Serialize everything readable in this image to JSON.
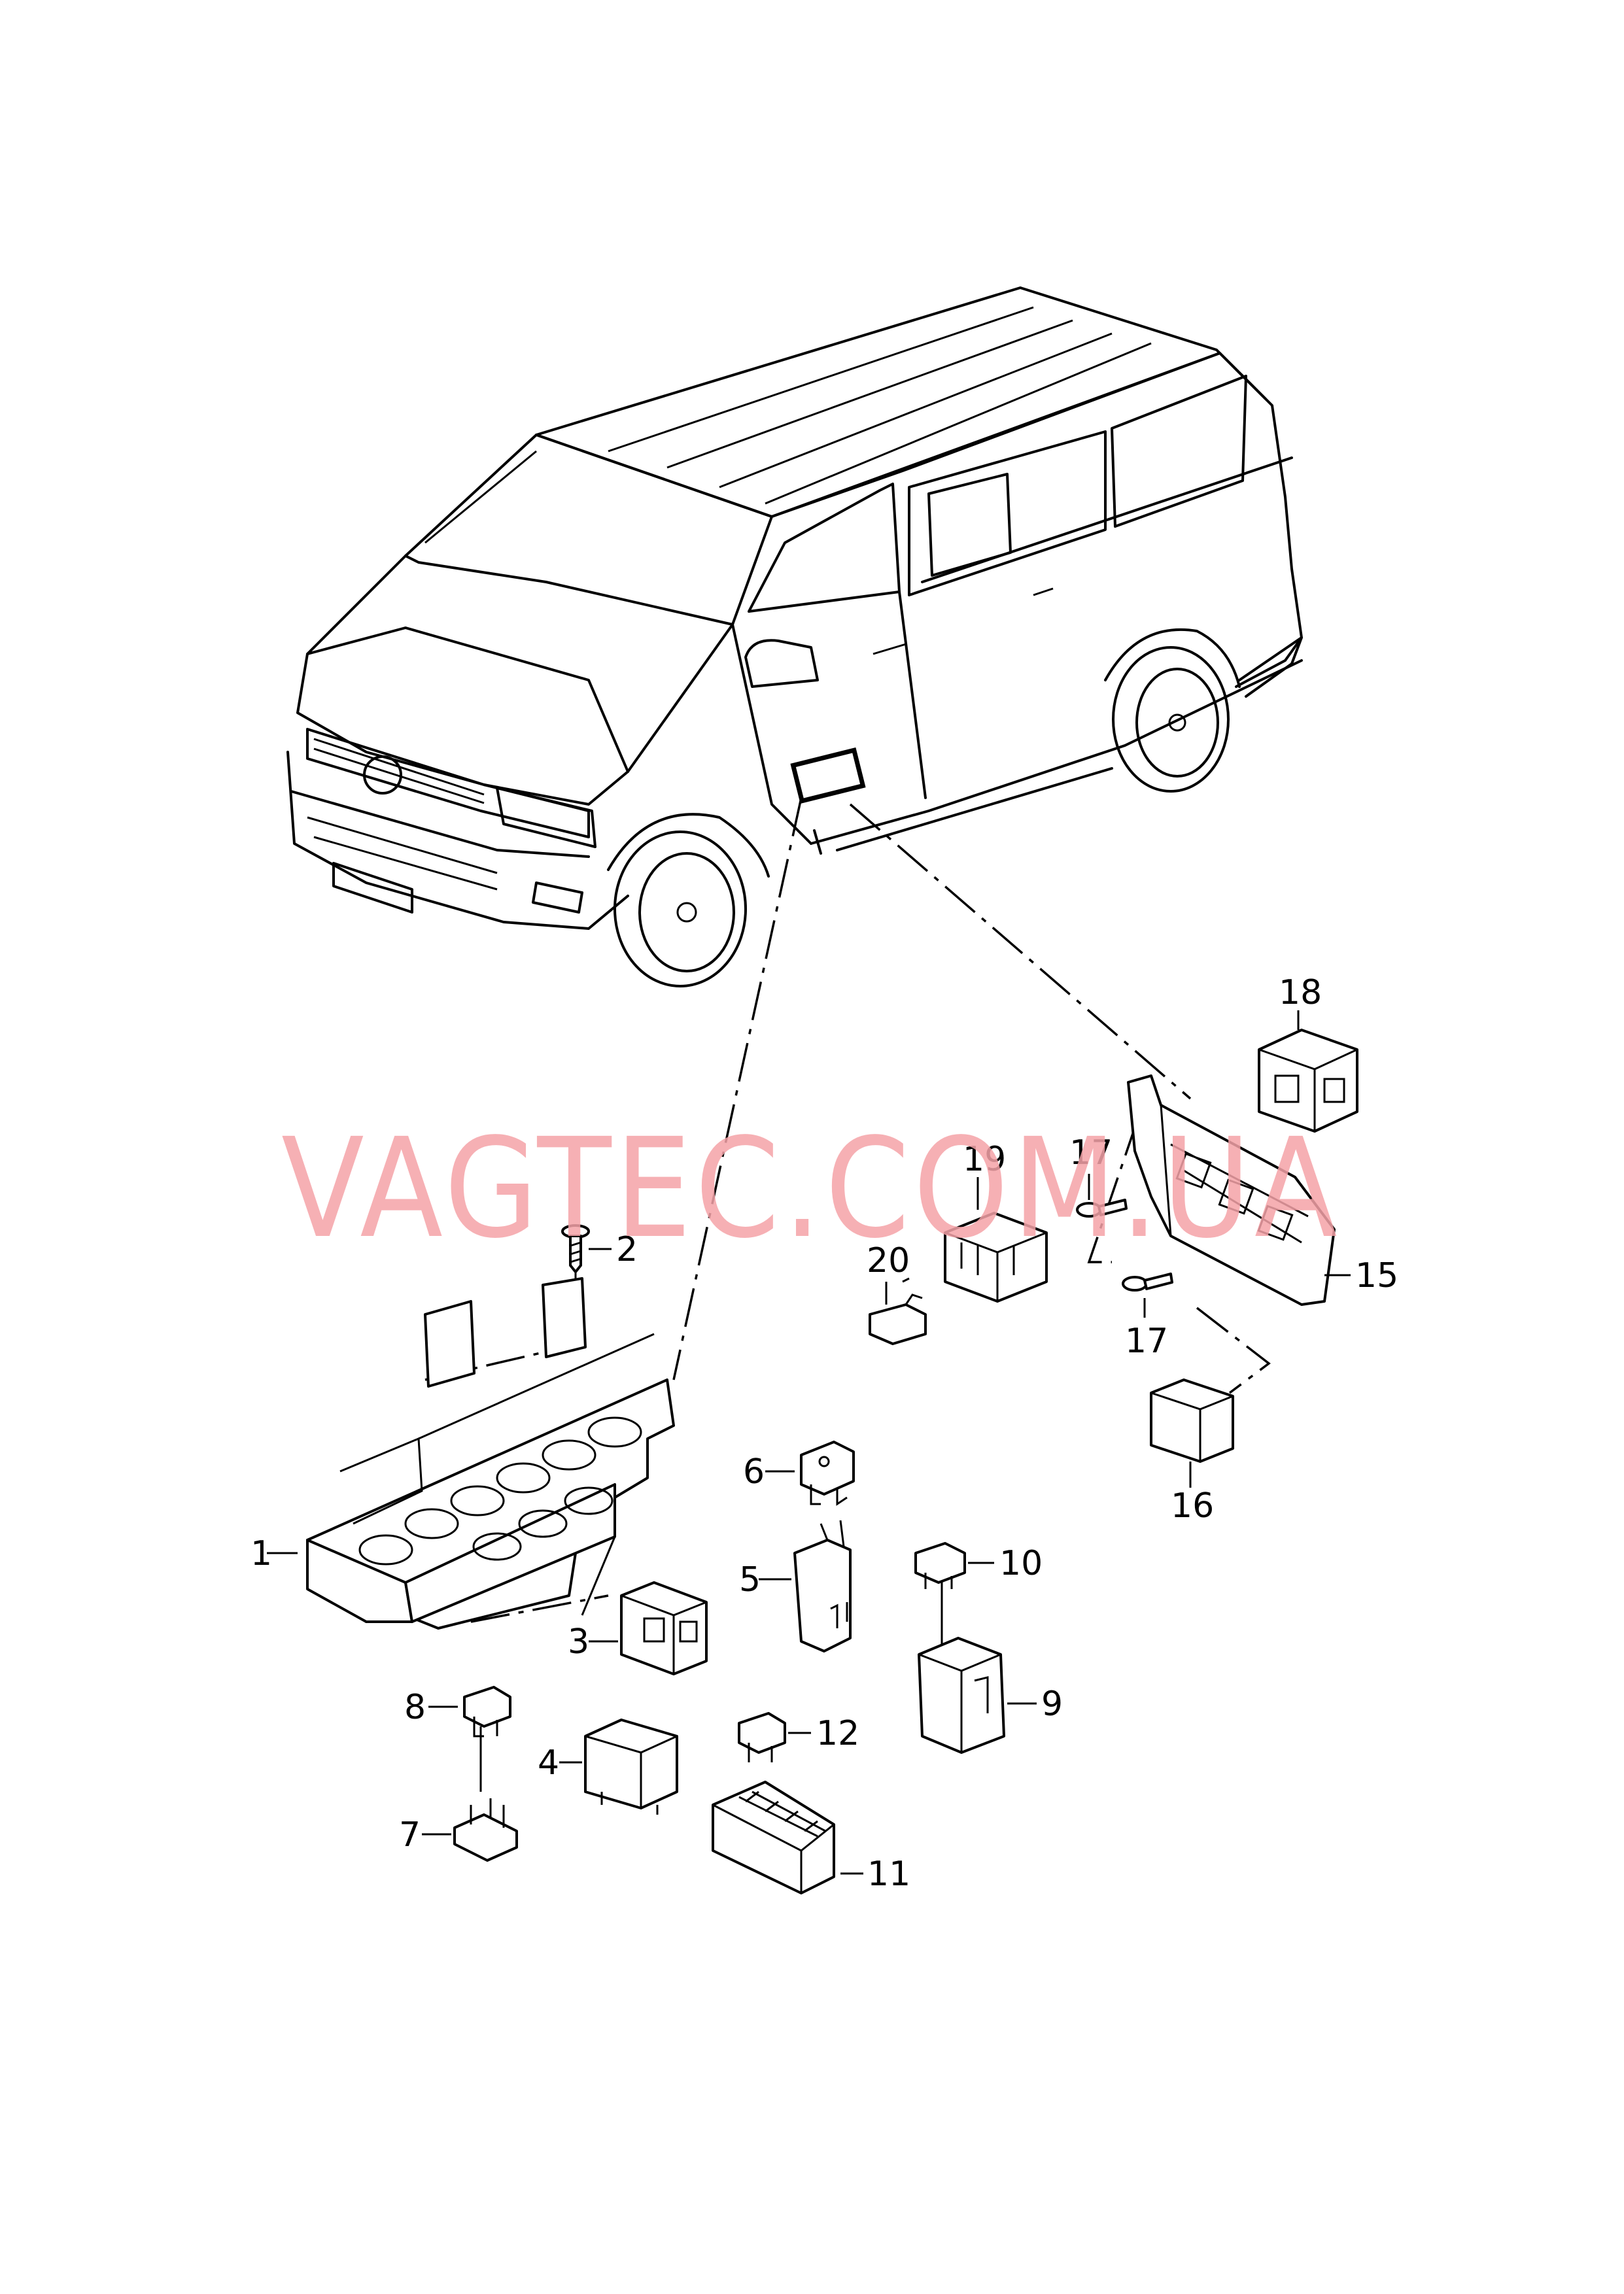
{
  "watermark": "VAGTEC.COM.UA",
  "callouts": {
    "c1": "1",
    "c2": "2",
    "c3": "3",
    "c4": "4",
    "c5": "5",
    "c6": "6",
    "c7": "7",
    "c8": "8",
    "c9": "9",
    "c10": "10",
    "c11": "11",
    "c12": "12",
    "c15": "15",
    "c16": "16",
    "c17a": "17",
    "c17b": "17",
    "c18": "18",
    "c19": "19",
    "c20": "20"
  }
}
